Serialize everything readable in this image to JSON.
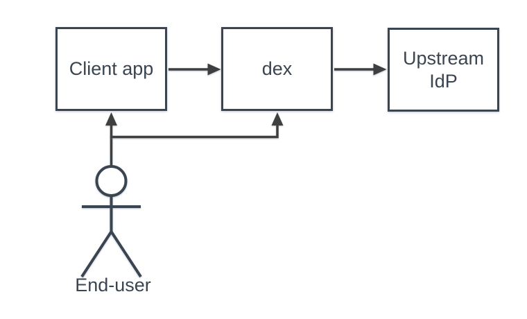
{
  "diagram": {
    "background": "#ffffff",
    "colors": {
      "node_border": "#3a4551",
      "node_fill": "#ffffff",
      "label_text": "#3a4551",
      "connector": "#3f3f3f",
      "actor_stroke": "#3a4551"
    },
    "nodes": [
      {
        "id": "client-app",
        "label": "Client app"
      },
      {
        "id": "dex",
        "label": "dex"
      },
      {
        "id": "upstream-idp",
        "label": "Upstream IdP"
      }
    ],
    "actor": {
      "id": "end-user",
      "label": "End-user"
    },
    "edges": [
      {
        "from": "client-app",
        "to": "dex",
        "direction": "right"
      },
      {
        "from": "dex",
        "to": "upstream-idp",
        "direction": "right"
      },
      {
        "from": "end-user",
        "to": "client-app",
        "direction": "up"
      },
      {
        "from": "end-user",
        "to": "dex",
        "direction": "up-branch"
      }
    ]
  }
}
